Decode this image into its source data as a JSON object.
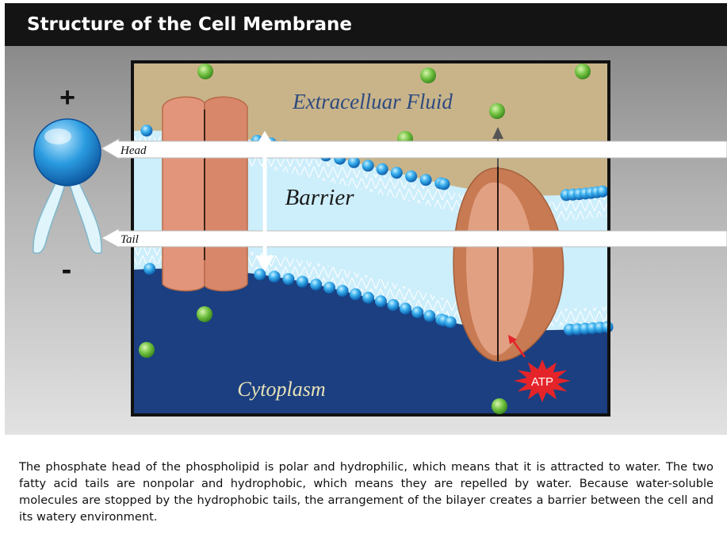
{
  "header": {
    "title": "Structure of the Cell Membrane"
  },
  "diagram": {
    "plus_sign": "+",
    "minus_sign": "-",
    "extracellular_label": "Extracelluar Fluid",
    "barrier_label": "Barrier",
    "cytoplasm_label": "Cytoplasm",
    "head_label": "Head",
    "tail_label": "Tail",
    "atp_label": "ATP",
    "colors": {
      "extracellular": "#c9b48a",
      "cytoplasm": "#1b3f80",
      "membrane": "#cdeefb",
      "phosphate_head": "#27a8e6",
      "protein": "#e2957a",
      "molecule": "#6cc040",
      "atp": "#e52429"
    }
  },
  "caption": {
    "text": "The phosphate head of the phospholipid is polar and hydrophilic, which means that it is attracted to water. The two fatty acid tails are nonpolar and hydrophobic, which means they are repelled by water. Because water-soluble molecules are stopped by the hydrophobic tails, the arrangement of the bilayer creates a barrier between the cell and its watery environment."
  }
}
